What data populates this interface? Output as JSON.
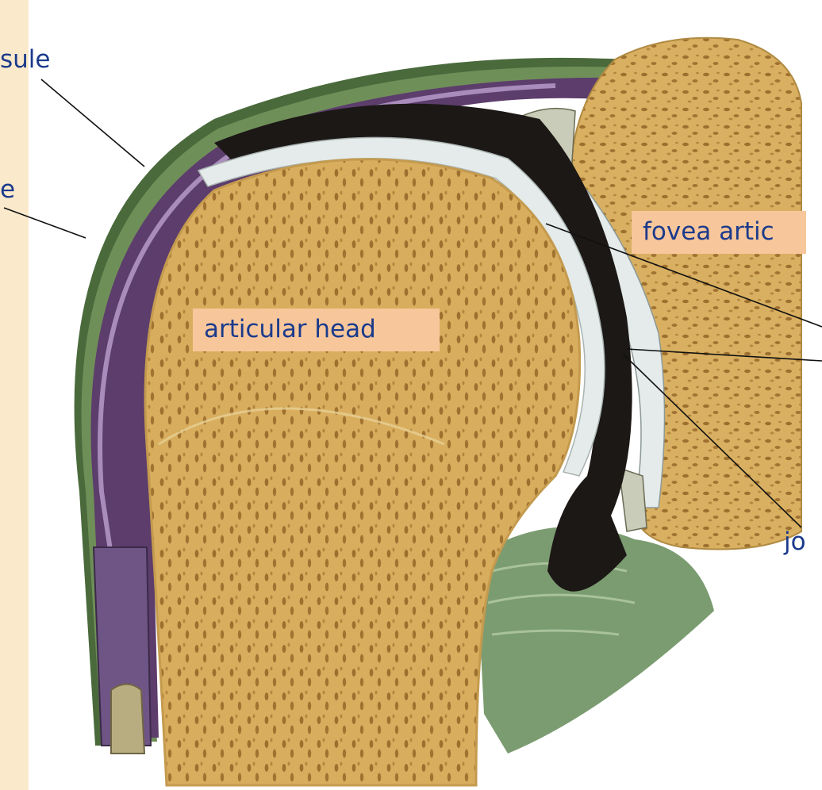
{
  "labels": {
    "capsule": "sule",
    "membrane": "e",
    "fovea": "fovea artic",
    "head": "articular head",
    "joint": "jo"
  },
  "colors": {
    "bone": "#d6ad5c",
    "trabecula_hole": "#8a5a1e",
    "cartilage": "#e4ebea",
    "capsule_outer": "#4a6a3c",
    "synovial": "#6c4a7a",
    "cavity": "#1c1816",
    "label_bg": "#f7c79b",
    "label_text": "#1b3a8c",
    "left_band": "#fbe9cc"
  }
}
